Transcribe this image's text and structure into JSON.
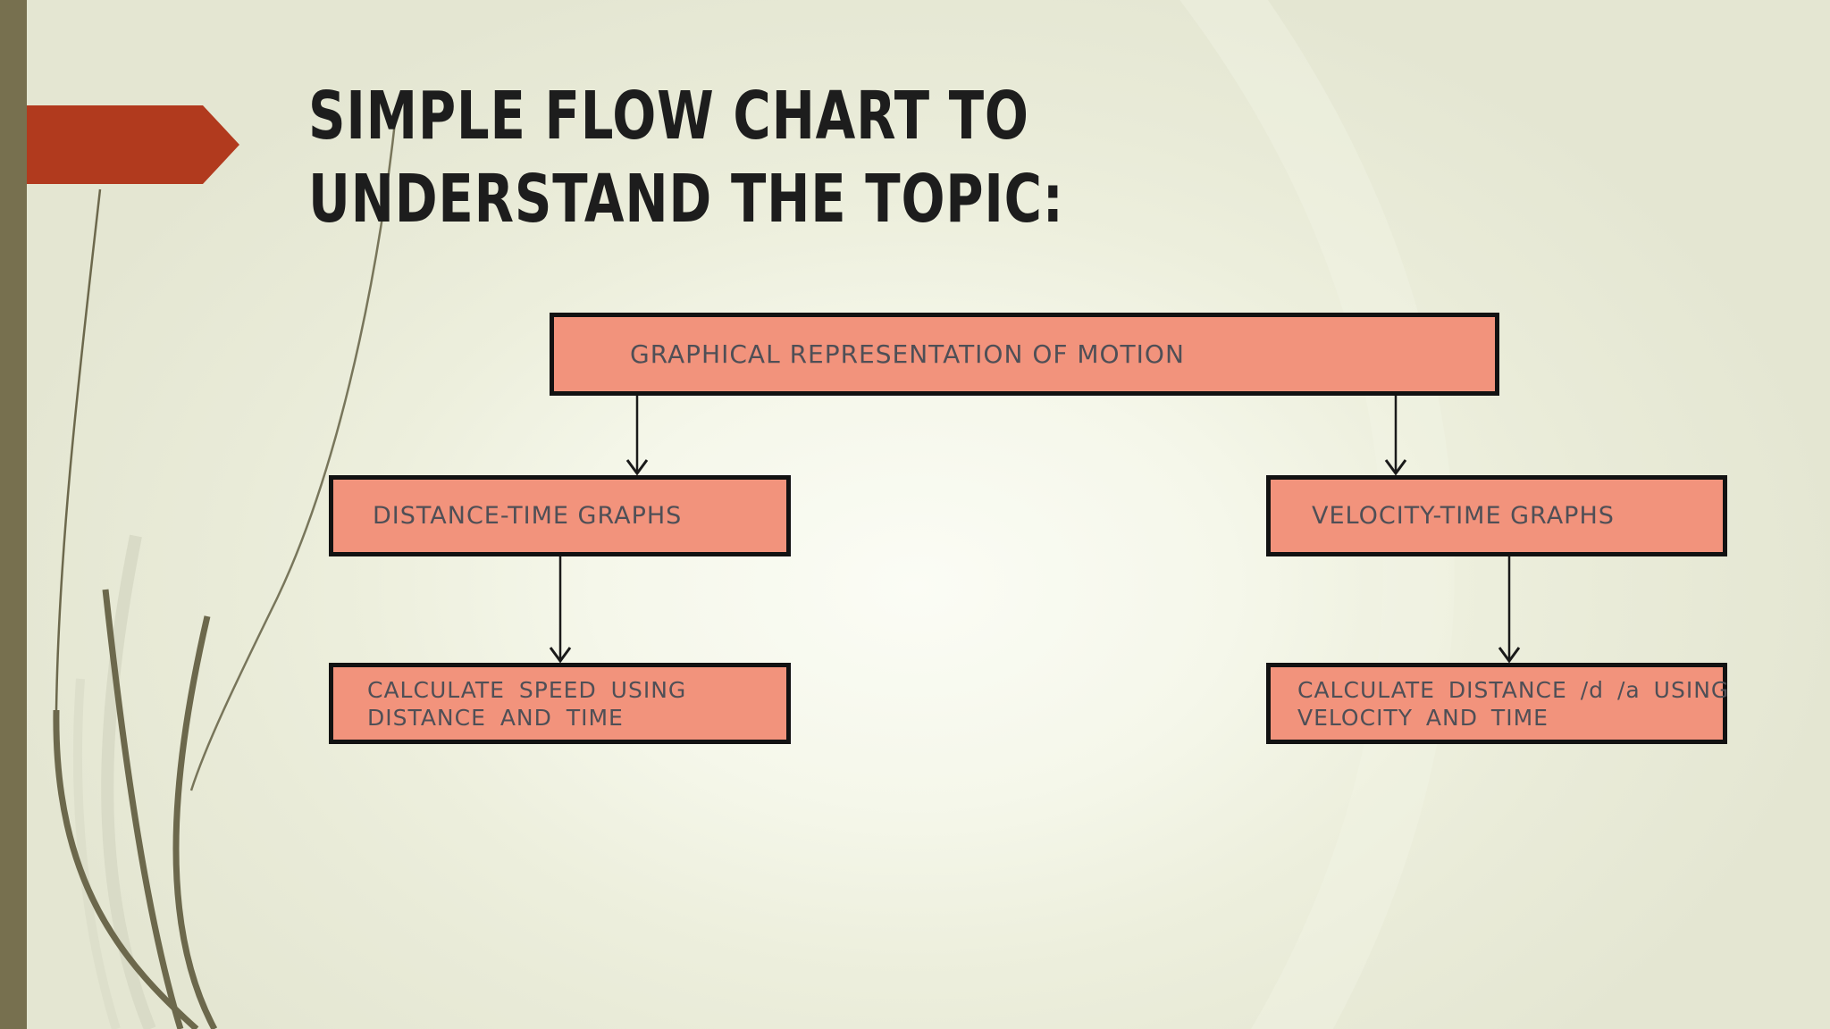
{
  "title": {
    "line1": "SIMPLE FLOW CHART TO",
    "line2": "UNDERSTAND THE TOPIC:"
  },
  "flowchart": {
    "root": "GRAPHICAL REPRESENTATION OF MOTION",
    "branches": {
      "distance": "DISTANCE-TIME GRAPHS",
      "velocity": "VELOCITY-TIME GRAPHS"
    },
    "leaves": {
      "speed_line1": "CALCULATE SPEED USING",
      "speed_line2": "DISTANCE AND TIME",
      "calcdist_line1": "CALCULATE DISTANCE /d /a USING",
      "calcdist_line2": "VELOCITY AND TIME"
    }
  },
  "colors": {
    "background": "#E9EBD8",
    "box_fill": "#F2937C",
    "box_border": "#121212",
    "box_text": "#4F4F56",
    "title_text": "#1D1D1D",
    "accent_red": "#B13A1E",
    "stripe_olive": "#77704F",
    "curve_dark": "#6C684C",
    "curve_light": "#D9DBC7",
    "connector": "#1A1A1A"
  }
}
